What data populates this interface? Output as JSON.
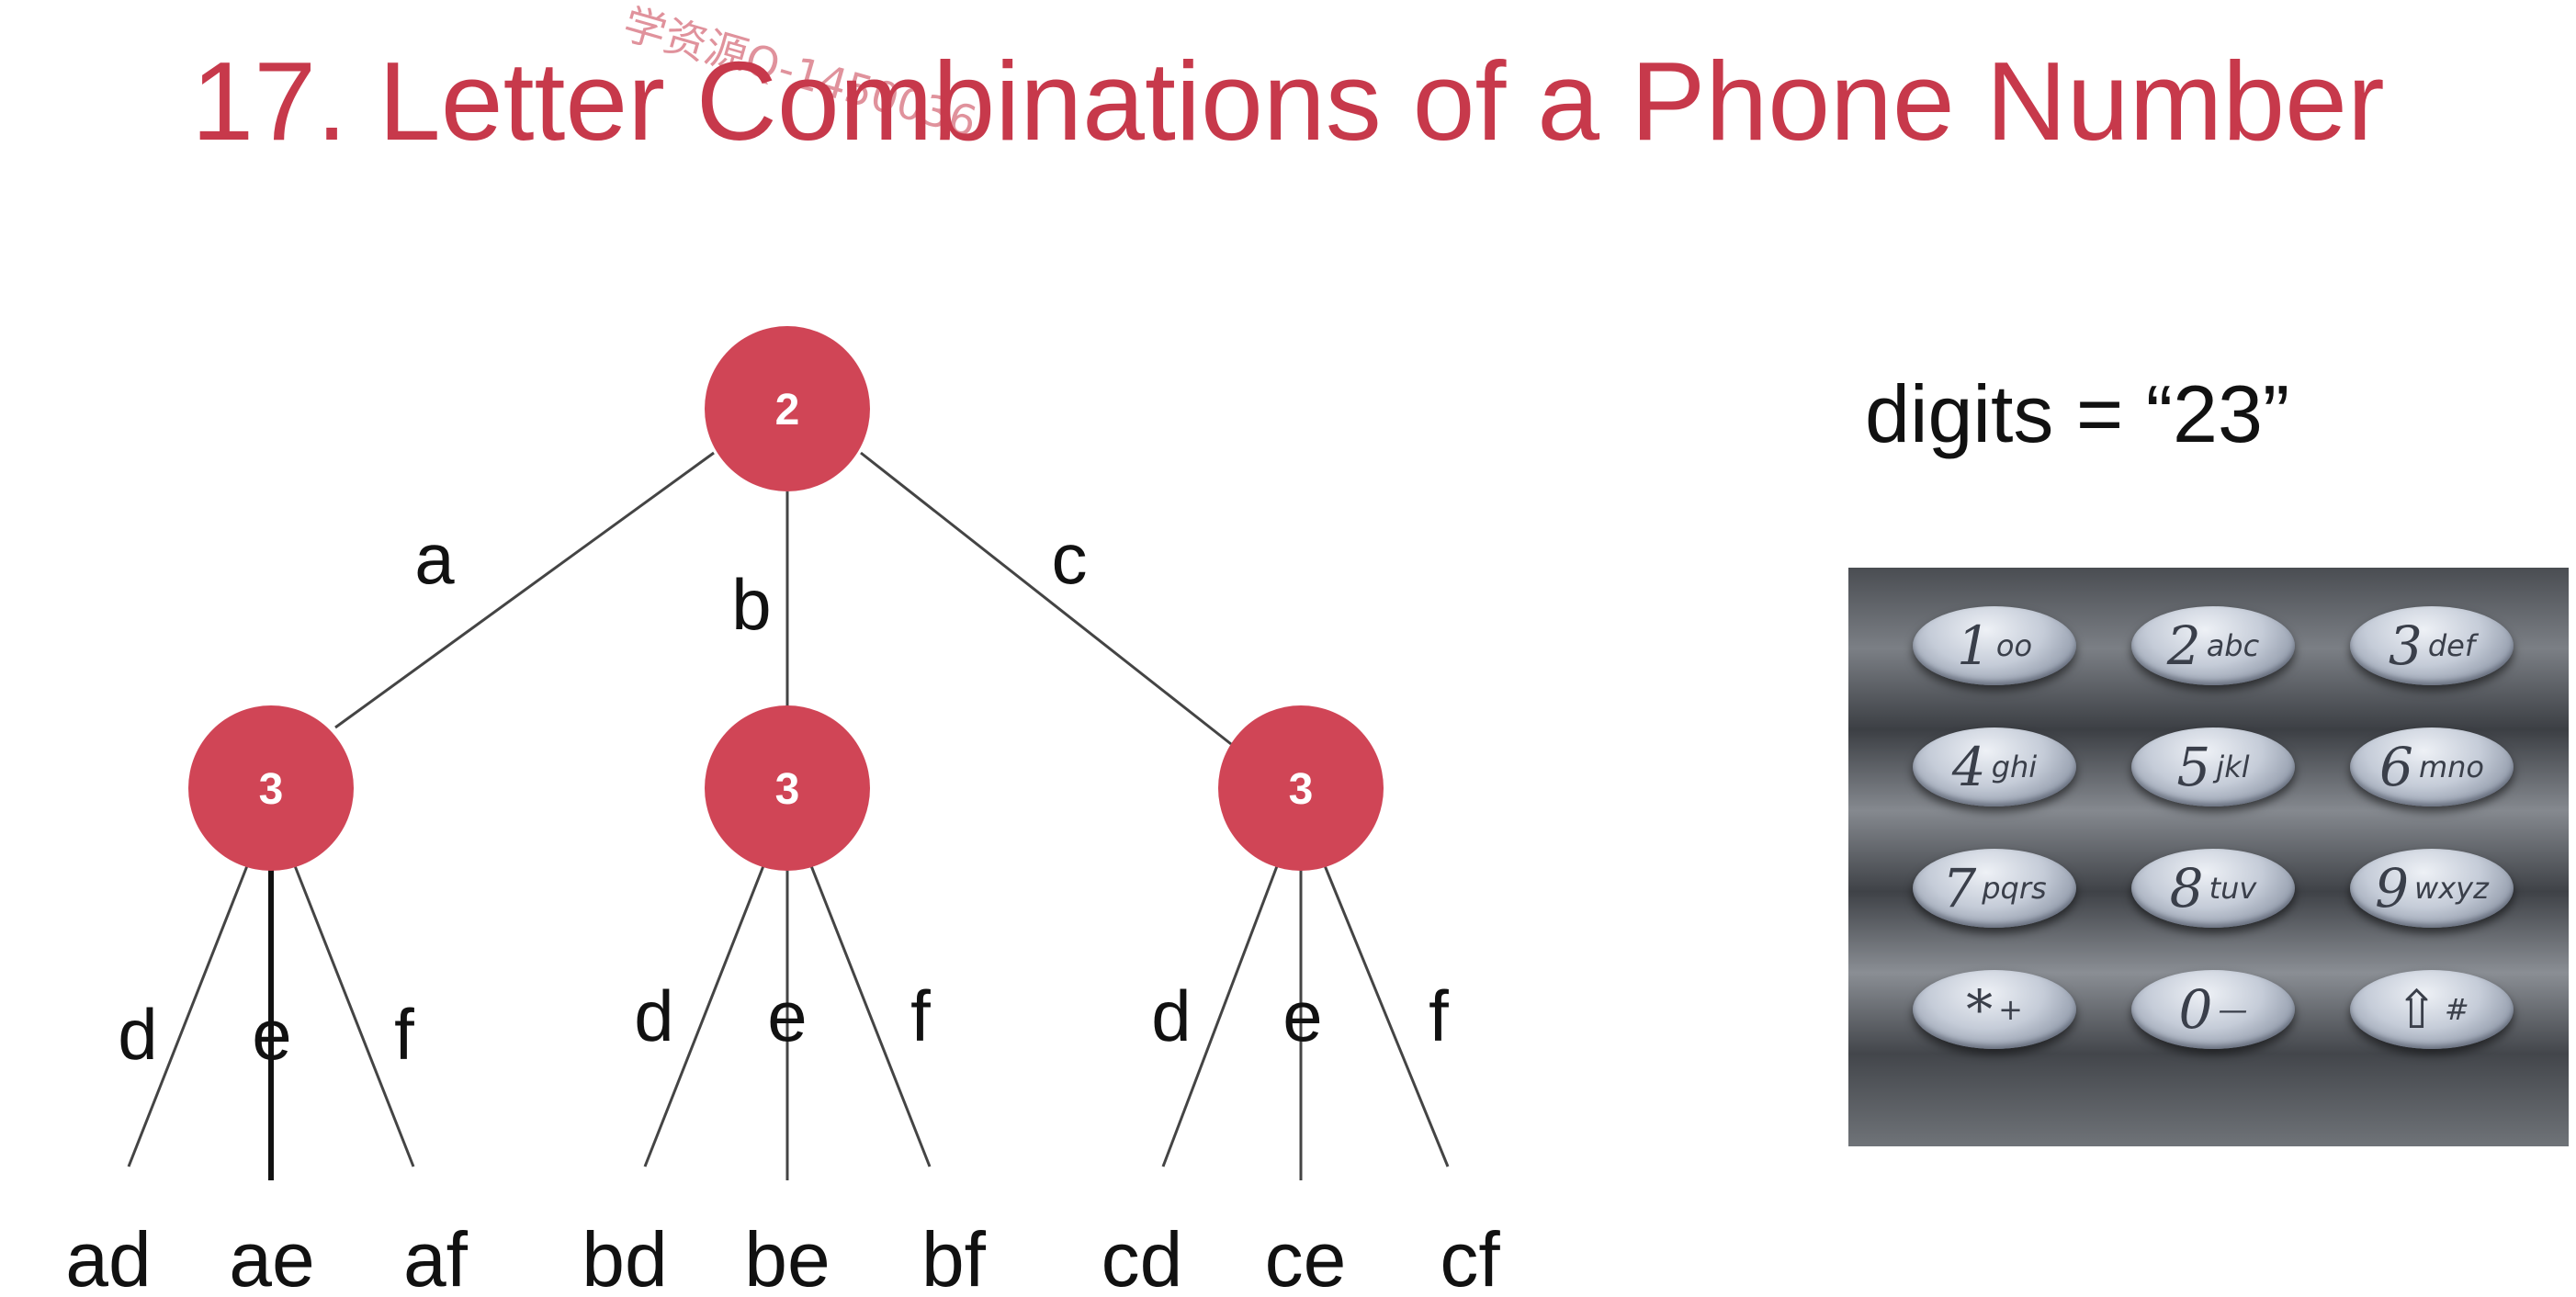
{
  "header": {
    "title": "17. Letter Combinations of a Phone Number",
    "watermark": "学资源Q-1450036"
  },
  "tree": {
    "root": {
      "label": "2"
    },
    "children": [
      {
        "edge_label": "a",
        "node_label": "3",
        "branches": [
          {
            "edge_label": "d",
            "leaf": "ad"
          },
          {
            "edge_label": "e",
            "leaf": "ae"
          },
          {
            "edge_label": "f",
            "leaf": "af"
          }
        ]
      },
      {
        "edge_label": "b",
        "node_label": "3",
        "branches": [
          {
            "edge_label": "d",
            "leaf": "bd"
          },
          {
            "edge_label": "e",
            "leaf": "be"
          },
          {
            "edge_label": "f",
            "leaf": "bf"
          }
        ]
      },
      {
        "edge_label": "c",
        "node_label": "3",
        "branches": [
          {
            "edge_label": "d",
            "leaf": "cd"
          },
          {
            "edge_label": "e",
            "leaf": "ce"
          },
          {
            "edge_label": "f",
            "leaf": "cf"
          }
        ]
      }
    ]
  },
  "digits_label": "digits = “23”",
  "keypad": {
    "keys": [
      {
        "num": "1",
        "letters": "oo"
      },
      {
        "num": "2",
        "letters": "abc"
      },
      {
        "num": "3",
        "letters": "def"
      },
      {
        "num": "4",
        "letters": "ghi"
      },
      {
        "num": "5",
        "letters": "jkl"
      },
      {
        "num": "6",
        "letters": "mno"
      },
      {
        "num": "7",
        "letters": "pqrs"
      },
      {
        "num": "8",
        "letters": "tuv"
      },
      {
        "num": "9",
        "letters": "wxyz"
      },
      {
        "num": "*",
        "letters": "+"
      },
      {
        "num": "0",
        "letters": "—"
      },
      {
        "num": "⇧",
        "letters": "#"
      }
    ]
  },
  "colors": {
    "accent": "#c7394b",
    "node_fill": "#d04556"
  }
}
